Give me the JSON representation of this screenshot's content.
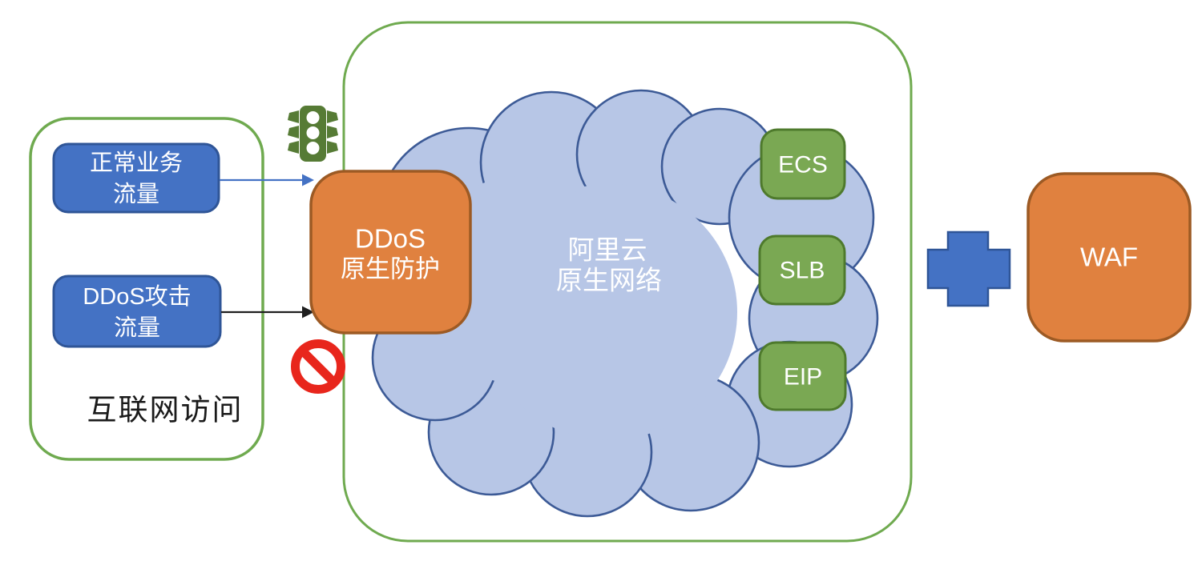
{
  "colors": {
    "blue_box": "#4472c4",
    "blue_box_border": "#2f5597",
    "orange_box": "#e0813f",
    "orange_box_border": "#9c5a24",
    "green_service_box": "#7aa853",
    "green_service_border": "#4e7a2c",
    "zone_border_green": "#6faa4f",
    "cloud_fill": "#b7c6e6",
    "cloud_border": "#3c5a96",
    "traffic_light_green": "#567b35",
    "prohibition_red": "#e8261c",
    "arrow_blue": "#4472c4",
    "arrow_black": "#1f1f1f",
    "white": "#ffffff"
  },
  "internet_zone": {
    "label": "互联网访问",
    "normal_traffic_box": {
      "line1": "正常业务",
      "line2": "流量"
    },
    "attack_traffic_box": {
      "line1": "DDoS攻击",
      "line2": "流量"
    }
  },
  "ddos_protection_box": {
    "line1": "DDoS",
    "line2": "原生防护"
  },
  "cloud_zone": {
    "cloud_label": {
      "line1": "阿里云",
      "line2": "原生网络"
    },
    "services": [
      {
        "label": "ECS"
      },
      {
        "label": "SLB"
      },
      {
        "label": "EIP"
      }
    ]
  },
  "waf_box": {
    "label": "WAF"
  },
  "icons": {
    "traffic_light": "traffic-light-icon",
    "prohibition": "no-entry-icon",
    "plus": "plus-icon"
  }
}
